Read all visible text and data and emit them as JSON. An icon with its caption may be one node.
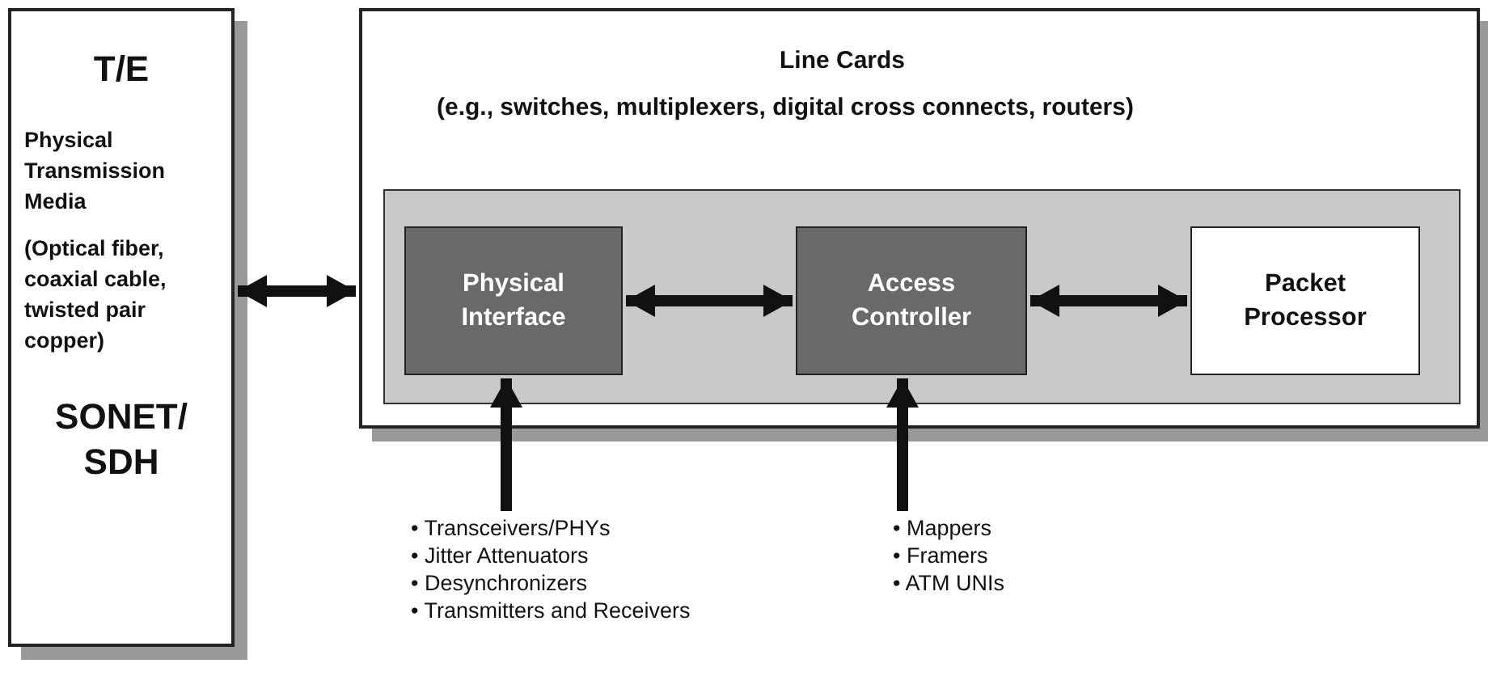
{
  "diagram": {
    "nodes": [
      {
        "text": [
          "T/E",
          "Physical Transmission Media",
          "(Optical fiber, coaxial cable, twisted pair copper)",
          "SONET/ SDH"
        ]
      },
      {
        "text": [
          "Line Cards",
          "(e.g., switches, multiplexers, digital cross connects, routers)"
        ]
      },
      {
        "text": [],
        "shape": "box",
        "in": 1
      },
      {
        "text": [
          "Physical Interface"
        ],
        "in": 2
      },
      {
        "text": [
          "Access Controller"
        ],
        "in": 2
      },
      {
        "text": [
          "Packet Processor"
        ],
        "in": 2
      },
      {
        "text": [
          "• Transceivers/PHYs",
          "• Jitter Attenuators",
          "• Desynchronizers",
          "• Transmitters and Receivers"
        ]
      },
      {
        "text": [
          "• Mappers",
          "• Framers",
          "• ATM UNIs"
        ]
      }
    ],
    "edges": [
      {
        "from": 0,
        "to": 1,
        "arrow": "both"
      },
      {
        "from": 3,
        "to": 4,
        "arrow": "both"
      },
      {
        "from": 4,
        "to": 5,
        "arrow": "both"
      },
      {
        "from": 6,
        "to": 3,
        "arrow": "to"
      },
      {
        "from": 7,
        "to": 4,
        "arrow": "to"
      }
    ]
  }
}
